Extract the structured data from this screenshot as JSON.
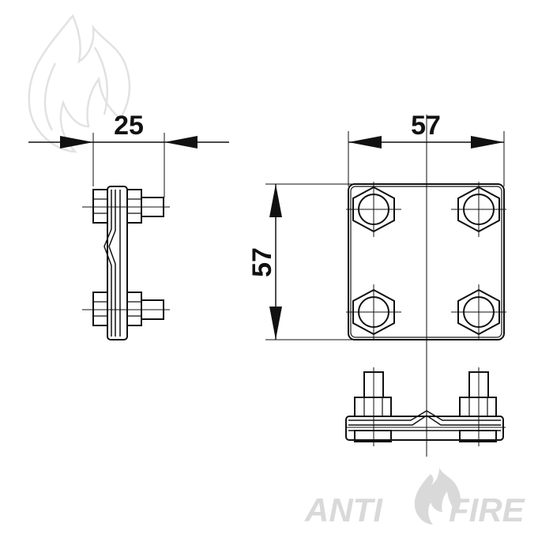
{
  "dimensions": {
    "side_width": "25",
    "top_width": "57",
    "top_height": "57"
  },
  "watermark": {
    "left_word": "ANTI",
    "right_word": "FIRE",
    "logo": "flame-logo"
  },
  "colors": {
    "line": "#111111",
    "watermark": "#d9d9d9"
  }
}
